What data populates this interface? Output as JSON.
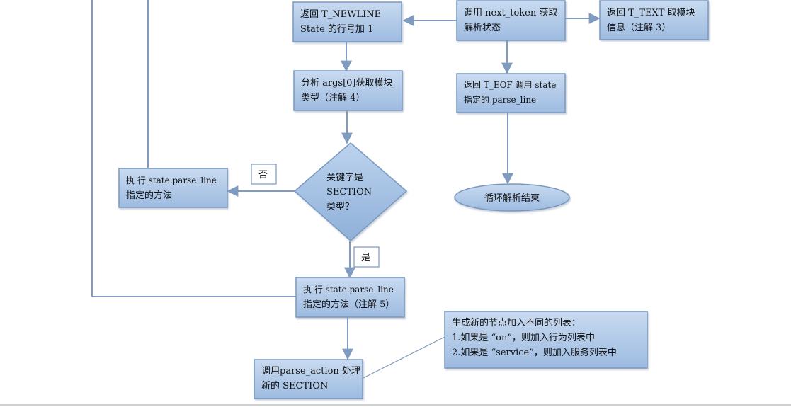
{
  "nodes": {
    "newline": {
      "lines": [
        "返回 T_NEWLINE",
        "State 的行号加 1"
      ]
    },
    "next_token": {
      "lines": [
        "调用 next_token 获取",
        "解析状态"
      ]
    },
    "text": {
      "lines": [
        "返回 T_TEXT 取模块",
        "信息（注解 3）"
      ]
    },
    "analyze_args": {
      "lines": [
        "分析 args[0]获取模块",
        "类型（注解 4）"
      ]
    },
    "eof": {
      "lines": [
        "返回 T_EOF 调用 state",
        "指定的 parse_line"
      ]
    },
    "decision": {
      "lines": [
        "关键字是",
        "SECTION",
        "类型？"
      ]
    },
    "exec_left": {
      "lines": [
        "执  行   state.parse_line",
        "指定的方法"
      ]
    },
    "loop_end": {
      "lines": [
        "循环解析结束"
      ]
    },
    "exec_center": {
      "lines": [
        "执  行   state.parse_line",
        "指定的方法（注解 5）"
      ]
    },
    "note": {
      "lines": [
        "生成新的节点加入不同的列表：",
        "1.如果是 “on”，则加入行为列表中",
        "2.如果是 “service”，则加入服务列表中"
      ]
    },
    "parse_action": {
      "lines": [
        "调用parse_action 处理",
        "新的 SECTION"
      ]
    }
  },
  "labels": {
    "no": "否",
    "yes": "是"
  },
  "colors": {
    "box_fill_top": "#c6d9f0",
    "box_fill_bottom": "#95b3d7",
    "box_stroke": "#7a98bd",
    "line": "#7f9bbf"
  }
}
